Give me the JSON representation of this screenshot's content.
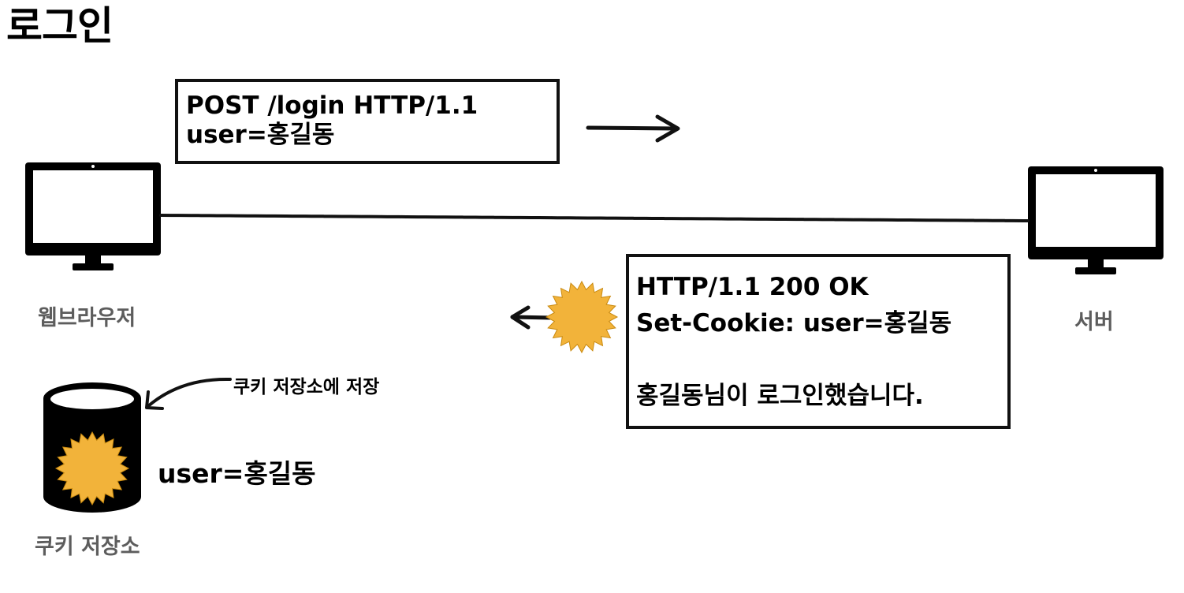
{
  "title": "로그인",
  "client": {
    "label": "웹브라우저",
    "icon": "monitor-icon"
  },
  "server": {
    "label": "서버",
    "icon": "monitor-icon"
  },
  "request": {
    "lines": [
      "POST /login HTTP/1.1",
      "user=홍길동"
    ]
  },
  "response": {
    "lines": [
      "HTTP/1.1 200 OK",
      "Set-Cookie: user=홍길동",
      "",
      "홍길동님이 로그인했습니다."
    ]
  },
  "storage": {
    "label": "쿠키 저장소",
    "note": "쿠키 저장소에 저장",
    "value": "user=홍길동",
    "icon": "database-icon"
  },
  "colors": {
    "cookie": "#F2B33A",
    "ink": "#000000",
    "label": "#5d5d5d"
  }
}
